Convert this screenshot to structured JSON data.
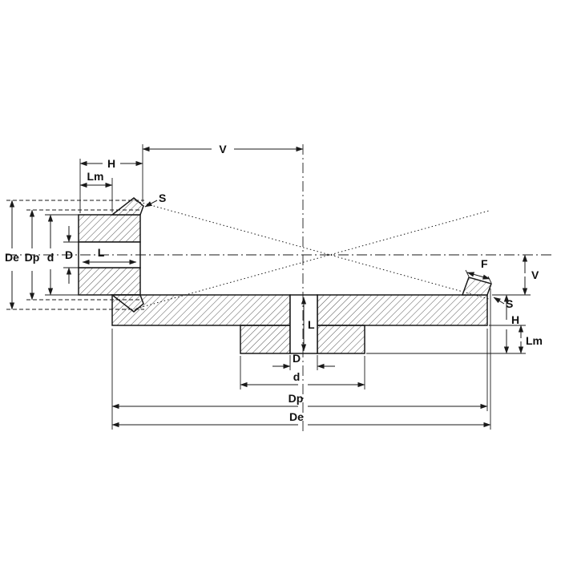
{
  "figure": {
    "type": "technical-drawing",
    "subject": "bevel gear pair cross-section with dimension callouts",
    "colors": {
      "line": "#1a1a1a",
      "background": "#ffffff",
      "hatch": "#555555"
    },
    "labels": {
      "pinion_width": "H",
      "pinion_hub_length": "Lm",
      "mounting_distance_top": "V",
      "pinion_tooth": "S",
      "pinion_outer_dia": "De",
      "pinion_pitch_dia": "Dp",
      "pinion_root_dia": "d",
      "pinion_bore": "D",
      "pinion_bore_length": "L",
      "gear_face": "F",
      "gear_tooth": "S",
      "mounting_distance_right": "V",
      "gear_width": "H",
      "gear_hub_length": "Lm",
      "gear_bore_length": "L",
      "gear_bore": "D",
      "gear_hub_dia": "d",
      "gear_pitch_dia": "Dp",
      "gear_outer_dia": "De"
    }
  }
}
